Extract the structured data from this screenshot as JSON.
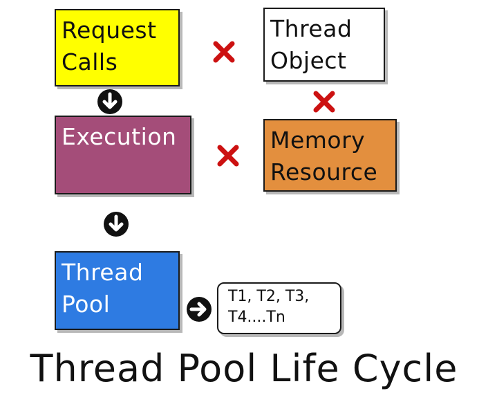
{
  "boxes": {
    "request_calls": [
      "Request",
      "Calls"
    ],
    "thread_object": [
      "Thread",
      "Object"
    ],
    "execution": [
      "Execution"
    ],
    "memory_resource": [
      "Memory",
      "Resource"
    ],
    "thread_pool": [
      "Thread",
      "Pool"
    ],
    "threads": [
      "T1, T2, T3,",
      "T4....Tn"
    ]
  },
  "title": "Thread Pool Life Cycle",
  "icons": {
    "down_arrow": "arrow-down-circle-icon",
    "right_arrow": "arrow-right-circle-icon",
    "cross": "cross-mark-icon"
  },
  "colors": {
    "request_calls": "#ffff00",
    "execution": "#a44d79",
    "memory_resource": "#e38f3e",
    "thread_pool": "#2e7be2",
    "cross": "#cc1111"
  }
}
